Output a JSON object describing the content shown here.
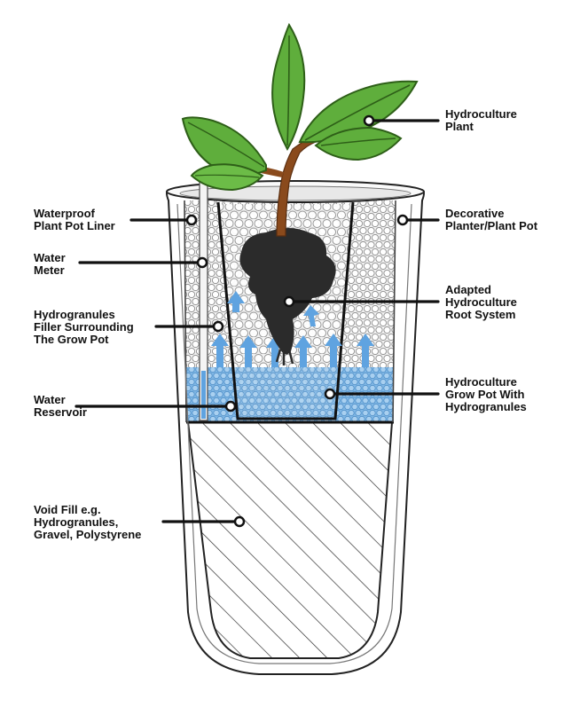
{
  "labels": {
    "hydroculture_plant": "Hydroculture\nPlant",
    "pot_liner": "Waterproof\nPlant Pot Liner",
    "decorative_planter": "Decorative\nPlanter/Plant Pot",
    "water_meter": "Water\nMeter",
    "root_system": "Adapted\nHydroculture\nRoot System",
    "hydrogranules_filler": "Hydrogranules\nFiller Surrounding\nThe Grow Pot",
    "water_reservoir": "Water\nReservoir",
    "grow_pot": "Hydroculture\nGrow Pot With\nHydrogranules",
    "void_fill": "Void Fill e.g.\nHydrogranules,\nGravel, Polystyrene"
  },
  "colors": {
    "leaf": "#5fae3c",
    "leaf_dark": "#3d7f24",
    "stem": "#8a4a1c",
    "water": "#7fb6e4",
    "water_arrow": "#5fa3e0",
    "root": "#2b2b2b",
    "outline": "#222222",
    "granule": "#cfcfcf"
  }
}
